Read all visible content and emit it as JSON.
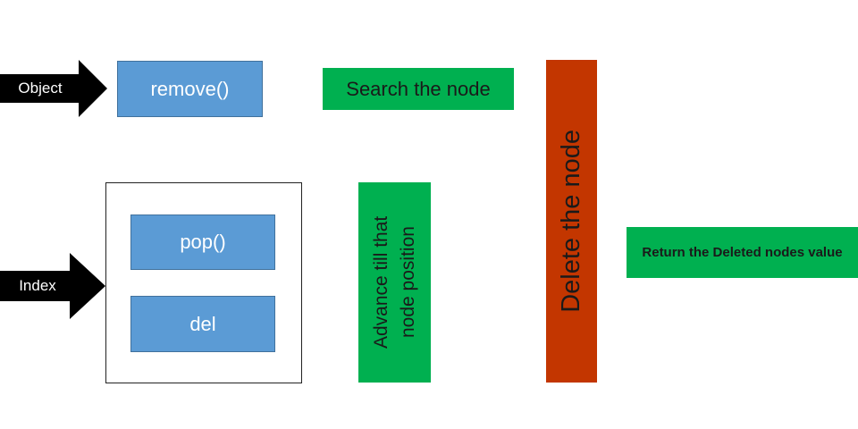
{
  "inputs": {
    "object": {
      "label": "Object",
      "color": "#000000"
    },
    "index": {
      "label": "Index",
      "color": "#000000"
    }
  },
  "methods": {
    "remove": "remove()",
    "pop": "pop()",
    "del": "del"
  },
  "steps": {
    "search": "Search the node",
    "advance": "Advance till that node position",
    "delete": "Delete the node",
    "return": "Return the Deleted nodes value"
  },
  "colors": {
    "blue": "#5b9bd5",
    "green": "#00b050",
    "red": "#c33600"
  }
}
